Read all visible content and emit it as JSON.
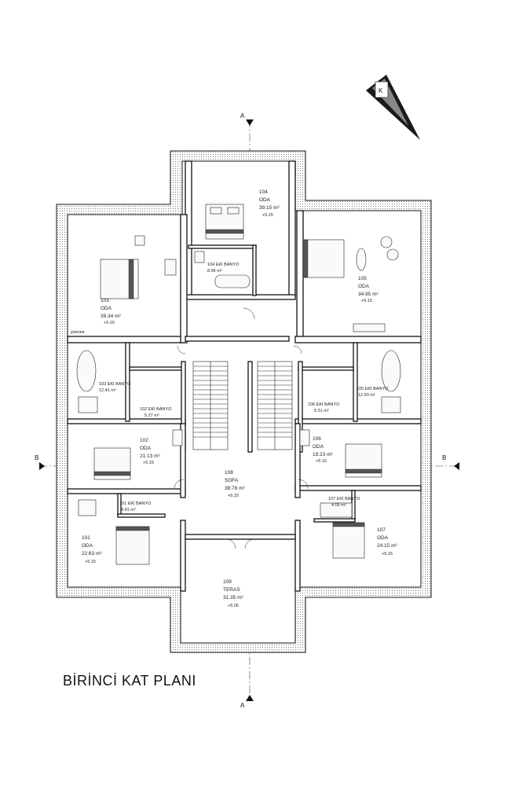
{
  "title": "BİRİNCİ KAT PLANI",
  "north_label": "K",
  "section_axes": {
    "a_top": "A",
    "a_bottom": "A",
    "b_left": "B",
    "b_right": "B"
  },
  "rooms": [
    {
      "id": "r104",
      "num": "104",
      "name": "ODA",
      "area": "39.15 m²",
      "level": "+5.15"
    },
    {
      "id": "r104b",
      "num": "104 EKİ BANYO",
      "name": "",
      "area": "8.96 m²",
      "level": ""
    },
    {
      "id": "r103",
      "num": "103",
      "name": "ODA",
      "area": "39.34 m²",
      "level": "+5.15"
    },
    {
      "id": "r105",
      "num": "105",
      "name": "ODA",
      "area": "34.95 m²",
      "level": "+5.15"
    },
    {
      "id": "r103b",
      "num": "103 EKİ BANYO",
      "name": "",
      "area": "12.41 m²",
      "level": ""
    },
    {
      "id": "r102b",
      "num": "102 EKİ BANYO",
      "name": "",
      "area": "5.27 m²",
      "level": ""
    },
    {
      "id": "r106b",
      "num": "106 EKİ BANYO",
      "name": "",
      "area": "5.31 m²",
      "level": ""
    },
    {
      "id": "r105b",
      "num": "105 EKİ BANYO",
      "name": "",
      "area": "12.93 m²",
      "level": ""
    },
    {
      "id": "r102",
      "num": "102",
      "name": "ODA",
      "area": "21.13 m²",
      "level": "+5.15"
    },
    {
      "id": "r106",
      "num": "106",
      "name": "ODA",
      "area": "19.23 m²",
      "level": "+5.15"
    },
    {
      "id": "r108",
      "num": "108",
      "name": "SOFA",
      "area": "38.78 m²",
      "level": "+5.15"
    },
    {
      "id": "r101b",
      "num": "101 EKİ BANYO",
      "name": "",
      "area": "4.91 m²",
      "level": ""
    },
    {
      "id": "r107b",
      "num": "107 EKİ BANYO",
      "name": "",
      "area": "4.05 m²",
      "level": ""
    },
    {
      "id": "r101",
      "num": "101",
      "name": "ODA",
      "area": "22.63 m²",
      "level": "+5.15"
    },
    {
      "id": "r107",
      "num": "107",
      "name": "ODA",
      "area": "24.15 m²",
      "level": "+5.15"
    },
    {
      "id": "r109",
      "num": "109",
      "name": "TERAS",
      "area": "31.35 m²",
      "level": "+5.05"
    }
  ],
  "other_labels": {
    "chimney": "şömine"
  }
}
